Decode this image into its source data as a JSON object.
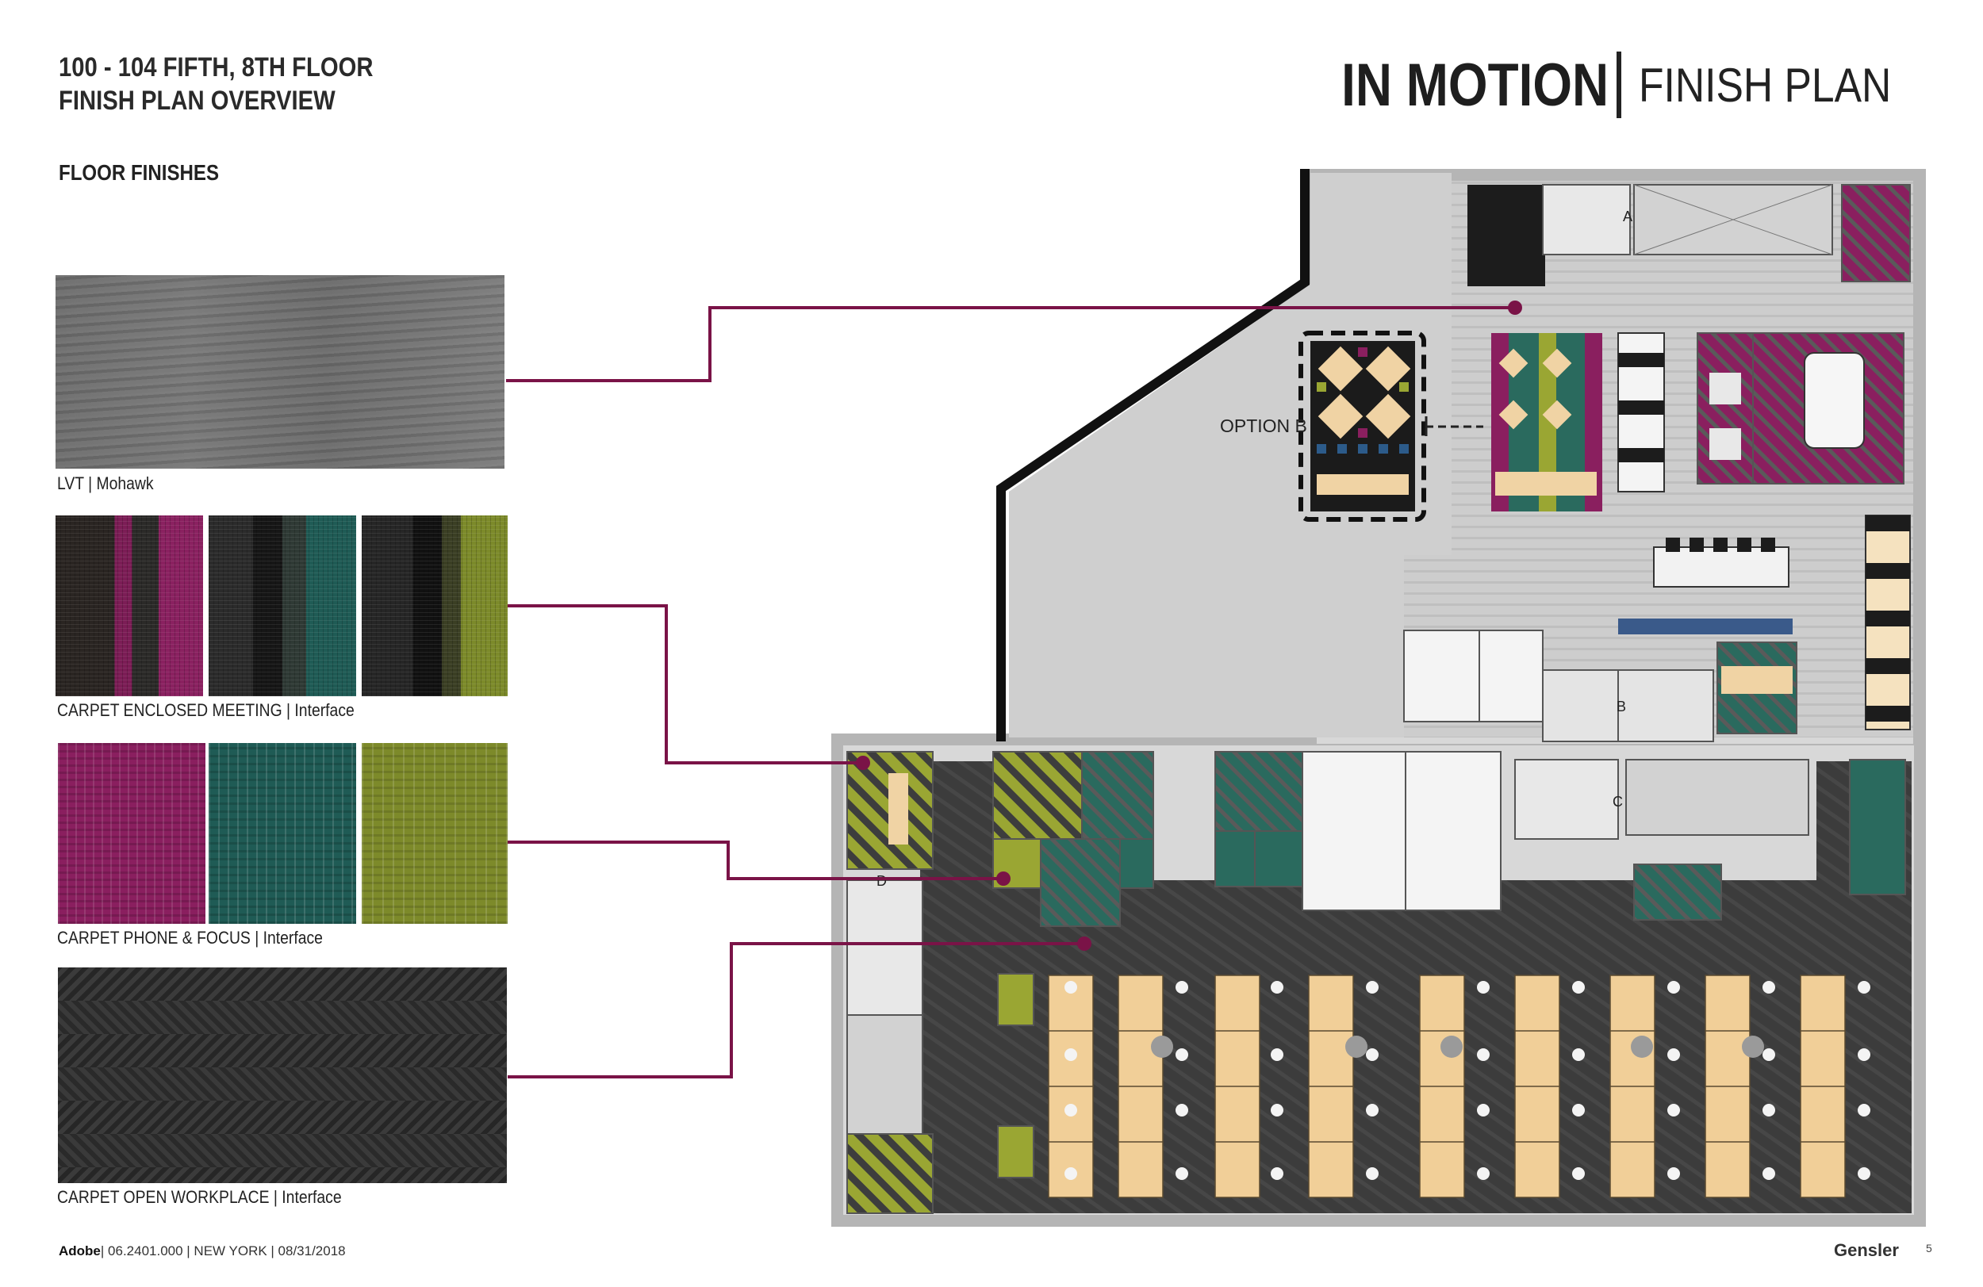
{
  "header": {
    "project_line1": "100 - 104  FIFTH, 8TH FLOOR",
    "project_line2": "FINISH PLAN OVERVIEW",
    "title_main": "IN MOTION",
    "title_sub": "FINISH PLAN",
    "section_heading": "FLOOR FINISHES"
  },
  "finishes": [
    {
      "label": "LVT  |  Mohawk"
    },
    {
      "label": "CARPET ENCLOSED MEETING  |  Interface"
    },
    {
      "label": "CARPET PHONE & FOCUS  |  Interface"
    },
    {
      "label": "CARPET OPEN WORKPLACE  |  Interface"
    }
  ],
  "plan": {
    "option_label": "OPTION B",
    "stair_labels": [
      "A",
      "B",
      "C",
      "D"
    ]
  },
  "colors": {
    "leader": "#7a1347",
    "magenta": "#8a1f5f",
    "teal": "#2a6a5e",
    "green": "#9aa633",
    "lvt": "#c8c8c8",
    "carpet": "#3a3a3a",
    "shell": "#b5b5b5"
  },
  "footer": {
    "client": "Adobe",
    "details": "| 06.2401.000 | NEW YORK | 08/31/2018",
    "brand": "Gensler",
    "page_number": "5"
  }
}
